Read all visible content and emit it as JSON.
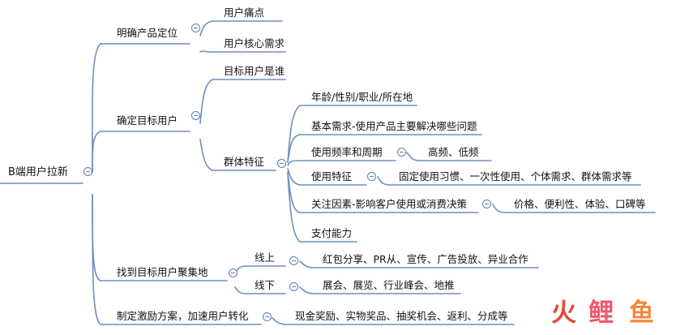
{
  "root": {
    "label": "B端用户拉新"
  },
  "branches": {
    "positioning": {
      "label": "明确产品定位",
      "children": [
        "用户痛点",
        "用户核心需求"
      ]
    },
    "target": {
      "label": "确定目标用户",
      "who": "目标用户是谁",
      "traits": {
        "label": "群体特征",
        "items": {
          "demographics": "年龄/性别/职业/所在地",
          "basic_needs": "基本需求-使用产品主要解决哪些问题",
          "frequency": {
            "label": "使用频率和周期",
            "detail": "高频、低频"
          },
          "usage": {
            "label": "使用特征",
            "detail": "固定使用习惯、一次性使用、个体需求、群体需求等"
          },
          "factors": {
            "label": "关注因素-影响客户使用或消费决策",
            "detail": "价格、便利性、体验、口碑等"
          },
          "payment": "支付能力"
        }
      }
    },
    "gathering": {
      "label": "找到目标用户聚集地",
      "online": {
        "label": "线上",
        "detail": "红包分享、PR从、宣传、广告投放、异业合作"
      },
      "offline": {
        "label": "线下",
        "detail": "展会、展览、行业峰会、地推"
      }
    },
    "incentive": {
      "label": "制定激励方案，加速用户转化",
      "detail": "现金奖励、实物奖品、抽奖机会、返利、分成等"
    }
  },
  "watermark": {
    "glyphs": [
      "火",
      "鲤",
      "鱼"
    ],
    "colors": [
      "#e8473f",
      "#ee5a6f",
      "#f08a3c"
    ]
  },
  "colors": {
    "line": "#6e8fbf",
    "toggle": "#5b7fb3"
  }
}
